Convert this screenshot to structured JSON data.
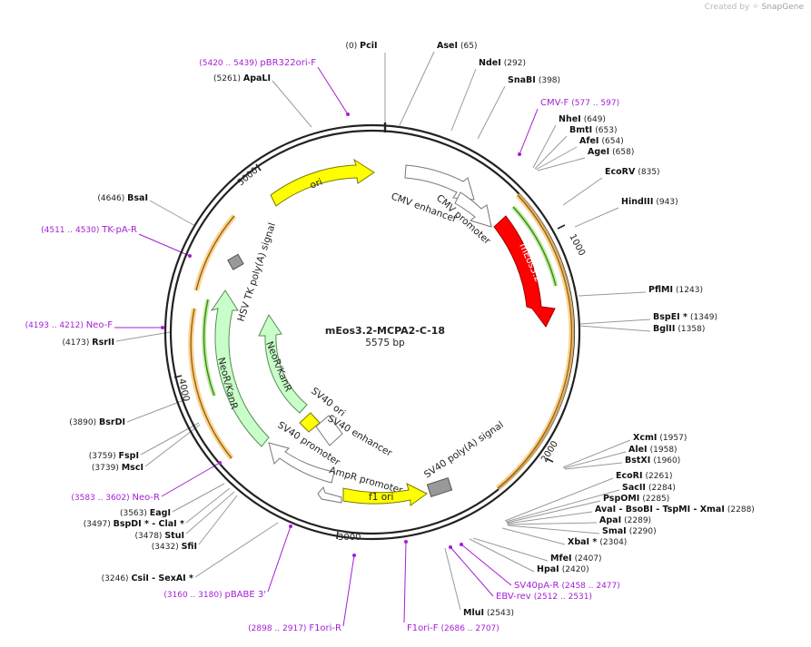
{
  "credit": {
    "prefix": "Created by",
    "brand": "SnapGene"
  },
  "plasmid": {
    "name": "mEos3.2-MCPA2-C-18",
    "size_text": "5575 bp"
  },
  "ticks": [
    {
      "label": "1000"
    },
    {
      "label": "2000"
    },
    {
      "label": "3000"
    },
    {
      "label": "4000"
    },
    {
      "label": "5000"
    }
  ],
  "features": [
    {
      "label": "ori"
    },
    {
      "label": "CMV enhancer"
    },
    {
      "label": "CMV promoter"
    },
    {
      "label": "mEos3.2"
    },
    {
      "label": "HSV TK poly(A) signal"
    },
    {
      "label": "NeoR/KanR"
    },
    {
      "label": "NeoR/KanR"
    },
    {
      "label": "SV40 ori"
    },
    {
      "label": "SV40 enhancer"
    },
    {
      "label": "SV40 promoter"
    },
    {
      "label": "AmpR promoter"
    },
    {
      "label": "f1 ori"
    },
    {
      "label": "SV40 poly(A) signal"
    }
  ],
  "sites": [
    {
      "pos": "(0)",
      "name": "PciI",
      "extra": ""
    },
    {
      "pos": "(65)",
      "name": "AseI",
      "extra": ""
    },
    {
      "pos": "(292)",
      "name": "NdeI",
      "extra": ""
    },
    {
      "pos": "(398)",
      "name": "SnaBI",
      "extra": ""
    },
    {
      "pos": "(577 .. 597)",
      "name": "CMV-F",
      "extra": ""
    },
    {
      "pos": "(649)",
      "name": "NheI",
      "extra": ""
    },
    {
      "pos": "(653)",
      "name": "BmtI",
      "extra": ""
    },
    {
      "pos": "(654)",
      "name": "AfeI",
      "extra": ""
    },
    {
      "pos": "(658)",
      "name": "AgeI",
      "extra": ""
    },
    {
      "pos": "(835)",
      "name": "EcoRV",
      "extra": ""
    },
    {
      "pos": "(943)",
      "name": "HindIII",
      "extra": ""
    },
    {
      "pos": "(1243)",
      "name": "PflMI",
      "extra": ""
    },
    {
      "pos": "(1349)",
      "name": "BspEI *",
      "extra": ""
    },
    {
      "pos": "(1358)",
      "name": "BglII",
      "extra": ""
    },
    {
      "pos": "(1957)",
      "name": "XcmI",
      "extra": ""
    },
    {
      "pos": "(1958)",
      "name": "AleI",
      "extra": ""
    },
    {
      "pos": "(1960)",
      "name": "BstXI",
      "extra": ""
    },
    {
      "pos": "(2261)",
      "name": "EcoRI",
      "extra": ""
    },
    {
      "pos": "(2284)",
      "name": "SacII",
      "extra": ""
    },
    {
      "pos": "(2285)",
      "name": "PspOMI",
      "extra": ""
    },
    {
      "pos": "(2288)",
      "name": "AvaI",
      "extra": "- BsoBI - TspMI - XmaI"
    },
    {
      "pos": "(2289)",
      "name": "ApaI",
      "extra": ""
    },
    {
      "pos": "(2290)",
      "name": "SmaI",
      "extra": ""
    },
    {
      "pos": "(2304)",
      "name": "XbaI *",
      "extra": ""
    },
    {
      "pos": "(2407)",
      "name": "MfeI",
      "extra": ""
    },
    {
      "pos": "(2420)",
      "name": "HpaI",
      "extra": ""
    },
    {
      "pos": "(2458 .. 2477)",
      "name": "SV40pA-R",
      "extra": ""
    },
    {
      "pos": "(2512 .. 2531)",
      "name": "EBV-rev",
      "extra": ""
    },
    {
      "pos": "(2543)",
      "name": "MluI",
      "extra": ""
    },
    {
      "pos": "(2686 .. 2707)",
      "name": "F1ori-F",
      "extra": ""
    },
    {
      "pos": "(2898 .. 2917)",
      "name": "F1ori-R",
      "extra": ""
    },
    {
      "pos": "(3160 .. 3180)",
      "name": "pBABE 3'",
      "extra": ""
    },
    {
      "pos": "(3246)",
      "name": "CsiI",
      "extra": "- SexAI *"
    },
    {
      "pos": "(3432)",
      "name": "SfiI",
      "extra": ""
    },
    {
      "pos": "(3478)",
      "name": "StuI",
      "extra": ""
    },
    {
      "pos": "(3497)",
      "name": "BspDI *",
      "extra": "- ClaI *"
    },
    {
      "pos": "(3563)",
      "name": "EagI",
      "extra": ""
    },
    {
      "pos": "(3583 .. 3602)",
      "name": "Neo-R",
      "extra": ""
    },
    {
      "pos": "(3739)",
      "name": "MscI",
      "extra": ""
    },
    {
      "pos": "(3759)",
      "name": "FspI",
      "extra": ""
    },
    {
      "pos": "(3890)",
      "name": "BsrDI",
      "extra": ""
    },
    {
      "pos": "(4173)",
      "name": "RsrII",
      "extra": ""
    },
    {
      "pos": "(4193 .. 4212)",
      "name": "Neo-F",
      "extra": ""
    },
    {
      "pos": "(4511 .. 4530)",
      "name": "TK-pA-R",
      "extra": ""
    },
    {
      "pos": "(4646)",
      "name": "BsaI",
      "extra": ""
    },
    {
      "pos": "(5261)",
      "name": "ApaLI",
      "extra": ""
    },
    {
      "pos": "(5420 .. 5439)",
      "name": "pBR322ori-F",
      "extra": ""
    }
  ],
  "colors": {
    "backbone": "#222222",
    "primer": "#a31fd4",
    "site_line": "#9a9a9a",
    "ori": "#ffff00",
    "cmv": "#ffffff",
    "meos": "#ff0000",
    "marker": "#c8ffc8",
    "polya": "#999999",
    "orf": "#f5a623"
  }
}
